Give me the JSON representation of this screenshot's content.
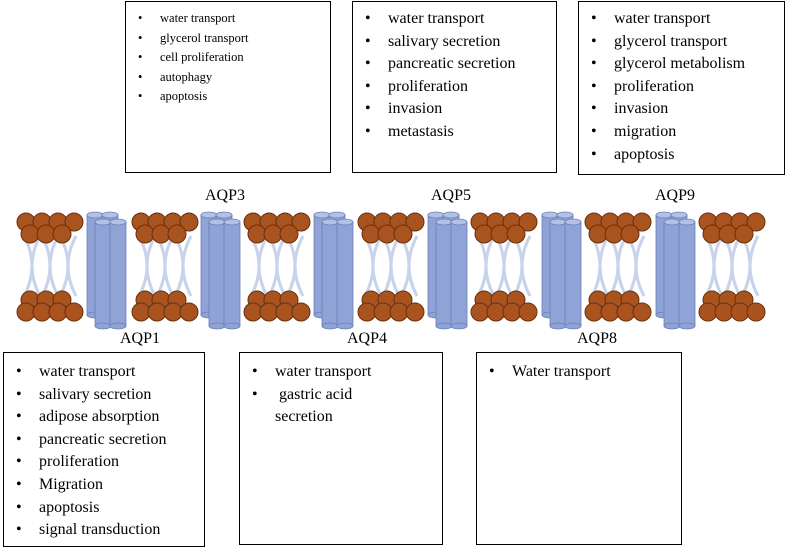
{
  "aquaporins": [
    {
      "name": "AQP1",
      "functions": [
        "water transport",
        "salivary secretion",
        "adipose absorption",
        "pancreatic secretion",
        "proliferation",
        "Migration",
        "apoptosis",
        "signal transduction"
      ]
    },
    {
      "name": "AQP3",
      "functions": [
        "water transport",
        "glycerol transport",
        "cell proliferation",
        "autophagy",
        "apoptosis"
      ]
    },
    {
      "name": "AQP4",
      "functions": [
        "water transport",
        "gastric acid",
        "secretion"
      ]
    },
    {
      "name": "AQP5",
      "functions": [
        "water transport",
        "salivary secretion",
        "pancreatic secretion",
        "proliferation",
        "invasion",
        "metastasis"
      ]
    },
    {
      "name": "AQP8",
      "functions": [
        "Water transport"
      ]
    },
    {
      "name": "AQP9",
      "functions": [
        "water transport",
        "glycerol transport",
        "glycerol metabolism",
        "proliferation",
        "invasion",
        "migration",
        "apoptosis"
      ]
    }
  ],
  "colors": {
    "lipid_head": "#a9541e",
    "lipid_head_stroke": "#6b2f0c",
    "lipid_tail": "#c7d3ea",
    "channel_fill": "#8fa3d6",
    "channel_top": "#b3c1e6",
    "channel_stroke": "#6a7fb7"
  }
}
